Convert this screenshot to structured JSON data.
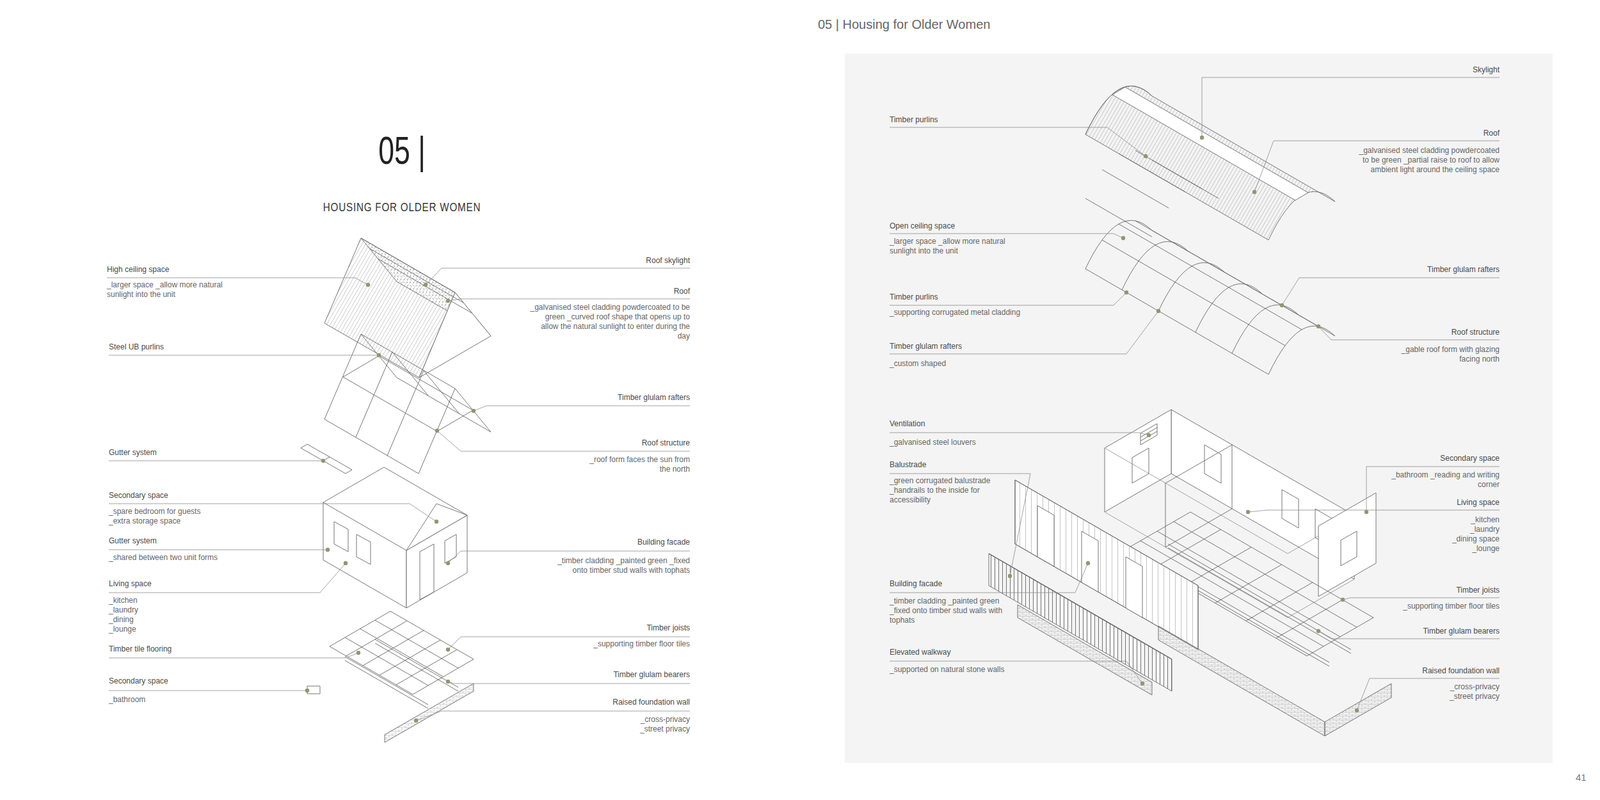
{
  "diagram": {
    "title": "05 | Housing for Older Women",
    "labels": [
      "05 |",
      "HOUSING FOR OLDER WOMEN",
      "High ceiling space",
      "_larger space _allow more natural sunlight into the unit",
      "Steel UB purlins",
      "Gutter system",
      "Secondary space",
      "_spare bedroom for guests _extra storage space",
      "Gutter system",
      "_shared between two unit forms",
      "Living space",
      "_kitchen _laundry _dining _lounge",
      "Timber tile flooring",
      "Secondary space",
      "_bathroom",
      "Roof skylight",
      "Roof",
      "_galvanised steel cladding powdercoated to be green _curved roof shape that opens up to allow the natural sunlight to enter during the day",
      "Timber glulam rafters",
      "Roof structure",
      "_roof form faces the sun from the north",
      "Building facade",
      "_timber cladding _painted green _fixed onto timber stud walls with tophats",
      "Timber joists",
      "_supporting timber floor tiles",
      "Timber glulam bearers",
      "Raised foundation wall",
      "_cross-privacy _street privacy",
      "Timber purlins",
      "Open ceiling space",
      "_larger space _allow more natural sunlight into the unit",
      "Timber purlins",
      "_supporting corrugated metal cladding",
      "Timber glulam rafters",
      "_custom shaped",
      "Ventilation",
      "_galvanised steel louvers",
      "Balustrade",
      "_green corrugated balustrade _handrails to the inside for accessibility",
      "Building facade",
      "_timber cladding _painted green _fixed onto timber stud walls with tophats",
      "Elevated walkway",
      "_supported on natural stone walls",
      "Skylight",
      "Roof",
      "_galvanised steel cladding powdercoated to be green _partial raise to roof to allow ambient light around the ceiling space",
      "Timber glulam rafters",
      "Roof structure",
      "_gable roof form with glazing facing north",
      "Secondary space",
      "_bathroom _reading and writing corner",
      "Living space",
      "_kitchen _laundry _dining space _lounge",
      "Timber joists",
      "_supporting timber floor tiles",
      "Timber glulam bearers",
      "Raised foundation wall",
      "_cross-privacy _street privacy",
      "41"
    ]
  }
}
